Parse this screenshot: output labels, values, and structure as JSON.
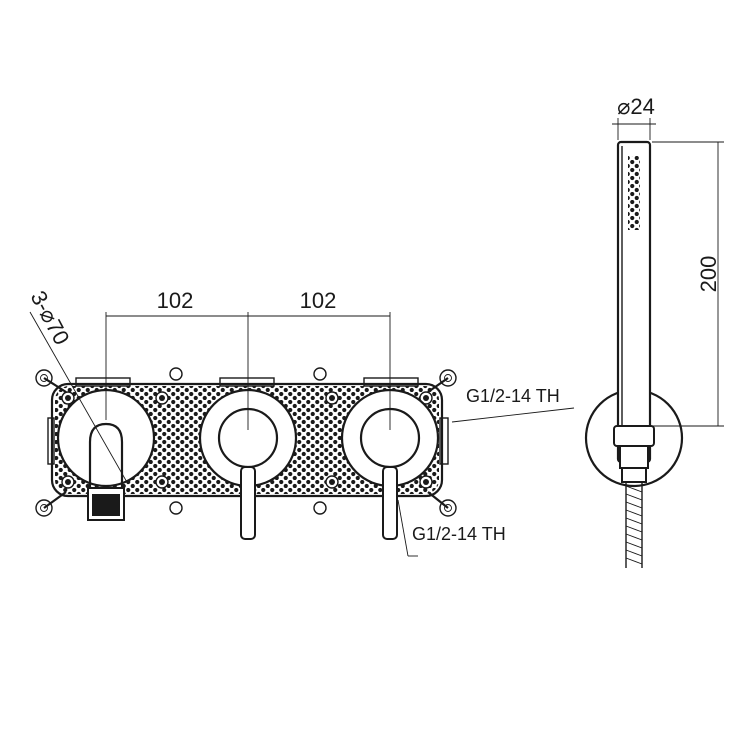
{
  "diagram": {
    "dimensions": {
      "spacing_left": "102",
      "spacing_right": "102",
      "cover_diameter": "3-⌀70",
      "inlet_thread_top": "G1/2-14 TH",
      "inlet_thread_bottom": "G1/2-14 TH",
      "handshower_diameter": "⌀24",
      "handshower_length": "200"
    },
    "colors": {
      "line": "#1a1a1a",
      "background": "#ffffff"
    }
  }
}
